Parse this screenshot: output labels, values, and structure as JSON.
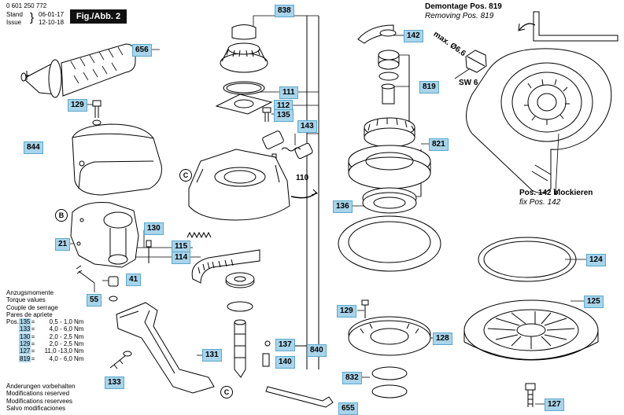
{
  "header": {
    "part_number": "0 601 250 772",
    "stand_label": "Stand",
    "stand_date": "06-01-17",
    "issue_label": "Issue",
    "issue_date": "12-10-18",
    "figure_tag": "Fig./Abb. 2"
  },
  "callouts": {
    "p838": "838",
    "p142_top": "142",
    "p656": "656",
    "p111": "111",
    "p112": "112",
    "p135": "135",
    "p143": "143",
    "p819": "819",
    "p129_left": "129",
    "p844": "844",
    "p821": "821",
    "p110": "110",
    "p136": "136",
    "p130": "130",
    "p21": "21",
    "p115": "115",
    "p114": "114",
    "p124": "124",
    "p41": "41",
    "p55": "55",
    "p125": "125",
    "p129_right": "129",
    "p137": "137",
    "p840": "840",
    "p128": "128",
    "p131": "131",
    "p140": "140",
    "p133": "133",
    "p832": "832",
    "p655": "655",
    "p127": "127"
  },
  "markers": {
    "b": "B",
    "c1": "C",
    "c2": "C"
  },
  "notes": {
    "demontage": "Demontage Pos. 819",
    "removing": "Removing Pos. 819",
    "max_dim": "max. Ø6.6",
    "sw": "SW 6",
    "block": "Pos. 142 blockieren",
    "fix": "fix Pos. 142"
  },
  "torque": {
    "lines": [
      "Anzugsmomente",
      "Torque values",
      "Couple de serrage",
      "Pares de apriete"
    ],
    "pos_label": "Pos.",
    "rows": [
      {
        "part": "135",
        "value": "0,5 - 1,0",
        "unit": "Nm"
      },
      {
        "part": "133",
        "value": "4,0 - 6,0",
        "unit": "Nm"
      },
      {
        "part": "130",
        "value": "2,0 - 2,5",
        "unit": "Nm"
      },
      {
        "part": "129",
        "value": "2,0 - 2,5",
        "unit": "Nm"
      },
      {
        "part": "127",
        "value": "11,0 -13,0",
        "unit": "Nm"
      },
      {
        "part": "819",
        "value": "4,0 - 6,0",
        "unit": "Nm"
      }
    ]
  },
  "changes": [
    "Änderungen vorbehalten",
    "Modifications reserved",
    "Modifications reservees",
    "Salvo modificaciones"
  ]
}
